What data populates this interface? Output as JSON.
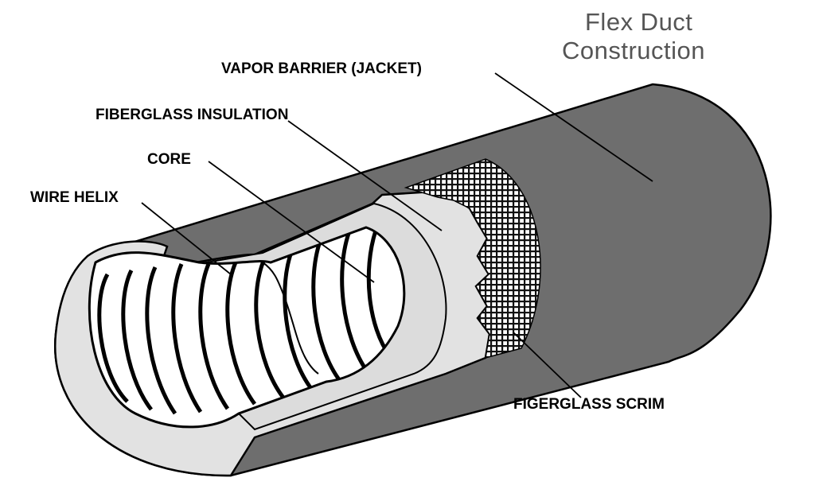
{
  "title": {
    "line1": "Flex Duct",
    "line2": "Construction"
  },
  "labels": {
    "vapor_barrier": "VAPOR BARRIER (JACKET)",
    "insulation": "FIBERGLASS INSULATION",
    "core": "CORE",
    "wire_helix": "WIRE HELIX",
    "scrim": "FIGERGLASS SCRIM"
  },
  "colors": {
    "jacket": "#6e6e6e",
    "insulation": "#e2e2e2",
    "core": "#ffffff",
    "wire": "#000000",
    "outline": "#000000",
    "title_text": "#555555"
  }
}
